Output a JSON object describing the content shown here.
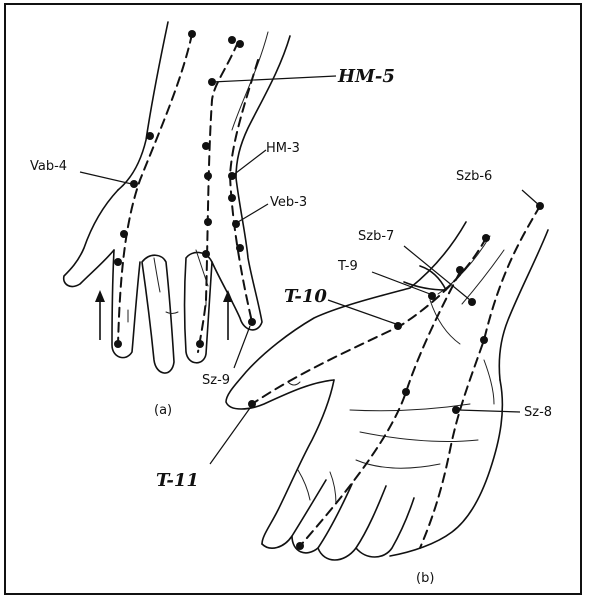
{
  "labels": {
    "vab4": "Vab-4",
    "hm5": "HM-5",
    "hm3": "HM-3",
    "veb3": "Veb-3",
    "sz9": "Sz-9",
    "szb6": "Szb-6",
    "szb7": "Szb-7",
    "t9": "T-9",
    "t10": "T-10",
    "t11": "T-11",
    "sz8": "Sz-8"
  },
  "captions": {
    "a": "(a)",
    "b": "(b)"
  }
}
